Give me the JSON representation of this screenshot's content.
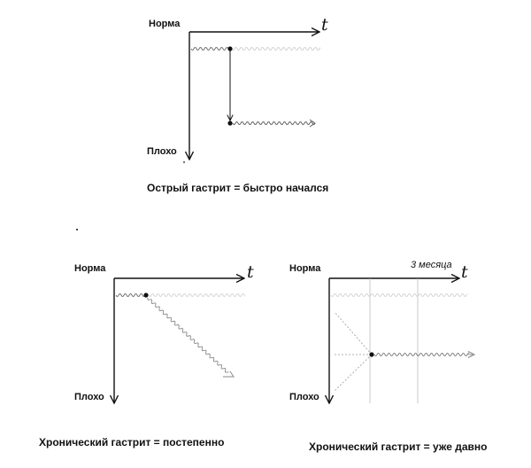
{
  "diagram_acute": {
    "norm_label": "Норма",
    "bad_label": "Плохо",
    "time_label": "t",
    "caption": "Острый гастрит = быстро начался"
  },
  "diagram_chronic_gradual": {
    "norm_label": "Норма",
    "bad_label": "Плохо",
    "time_label": "t",
    "caption": "Хронический гастрит = постепенно"
  },
  "diagram_chronic_long": {
    "norm_label": "Норма",
    "bad_label": "Плохо",
    "time_label": "t",
    "interval_label": "3 месяца",
    "caption": "Хронический гастрит = уже давно"
  },
  "colors": {
    "axis": "#111111",
    "wave_dark": "#555555",
    "wave_light": "#cccccc",
    "guide": "#bbbbbb"
  }
}
